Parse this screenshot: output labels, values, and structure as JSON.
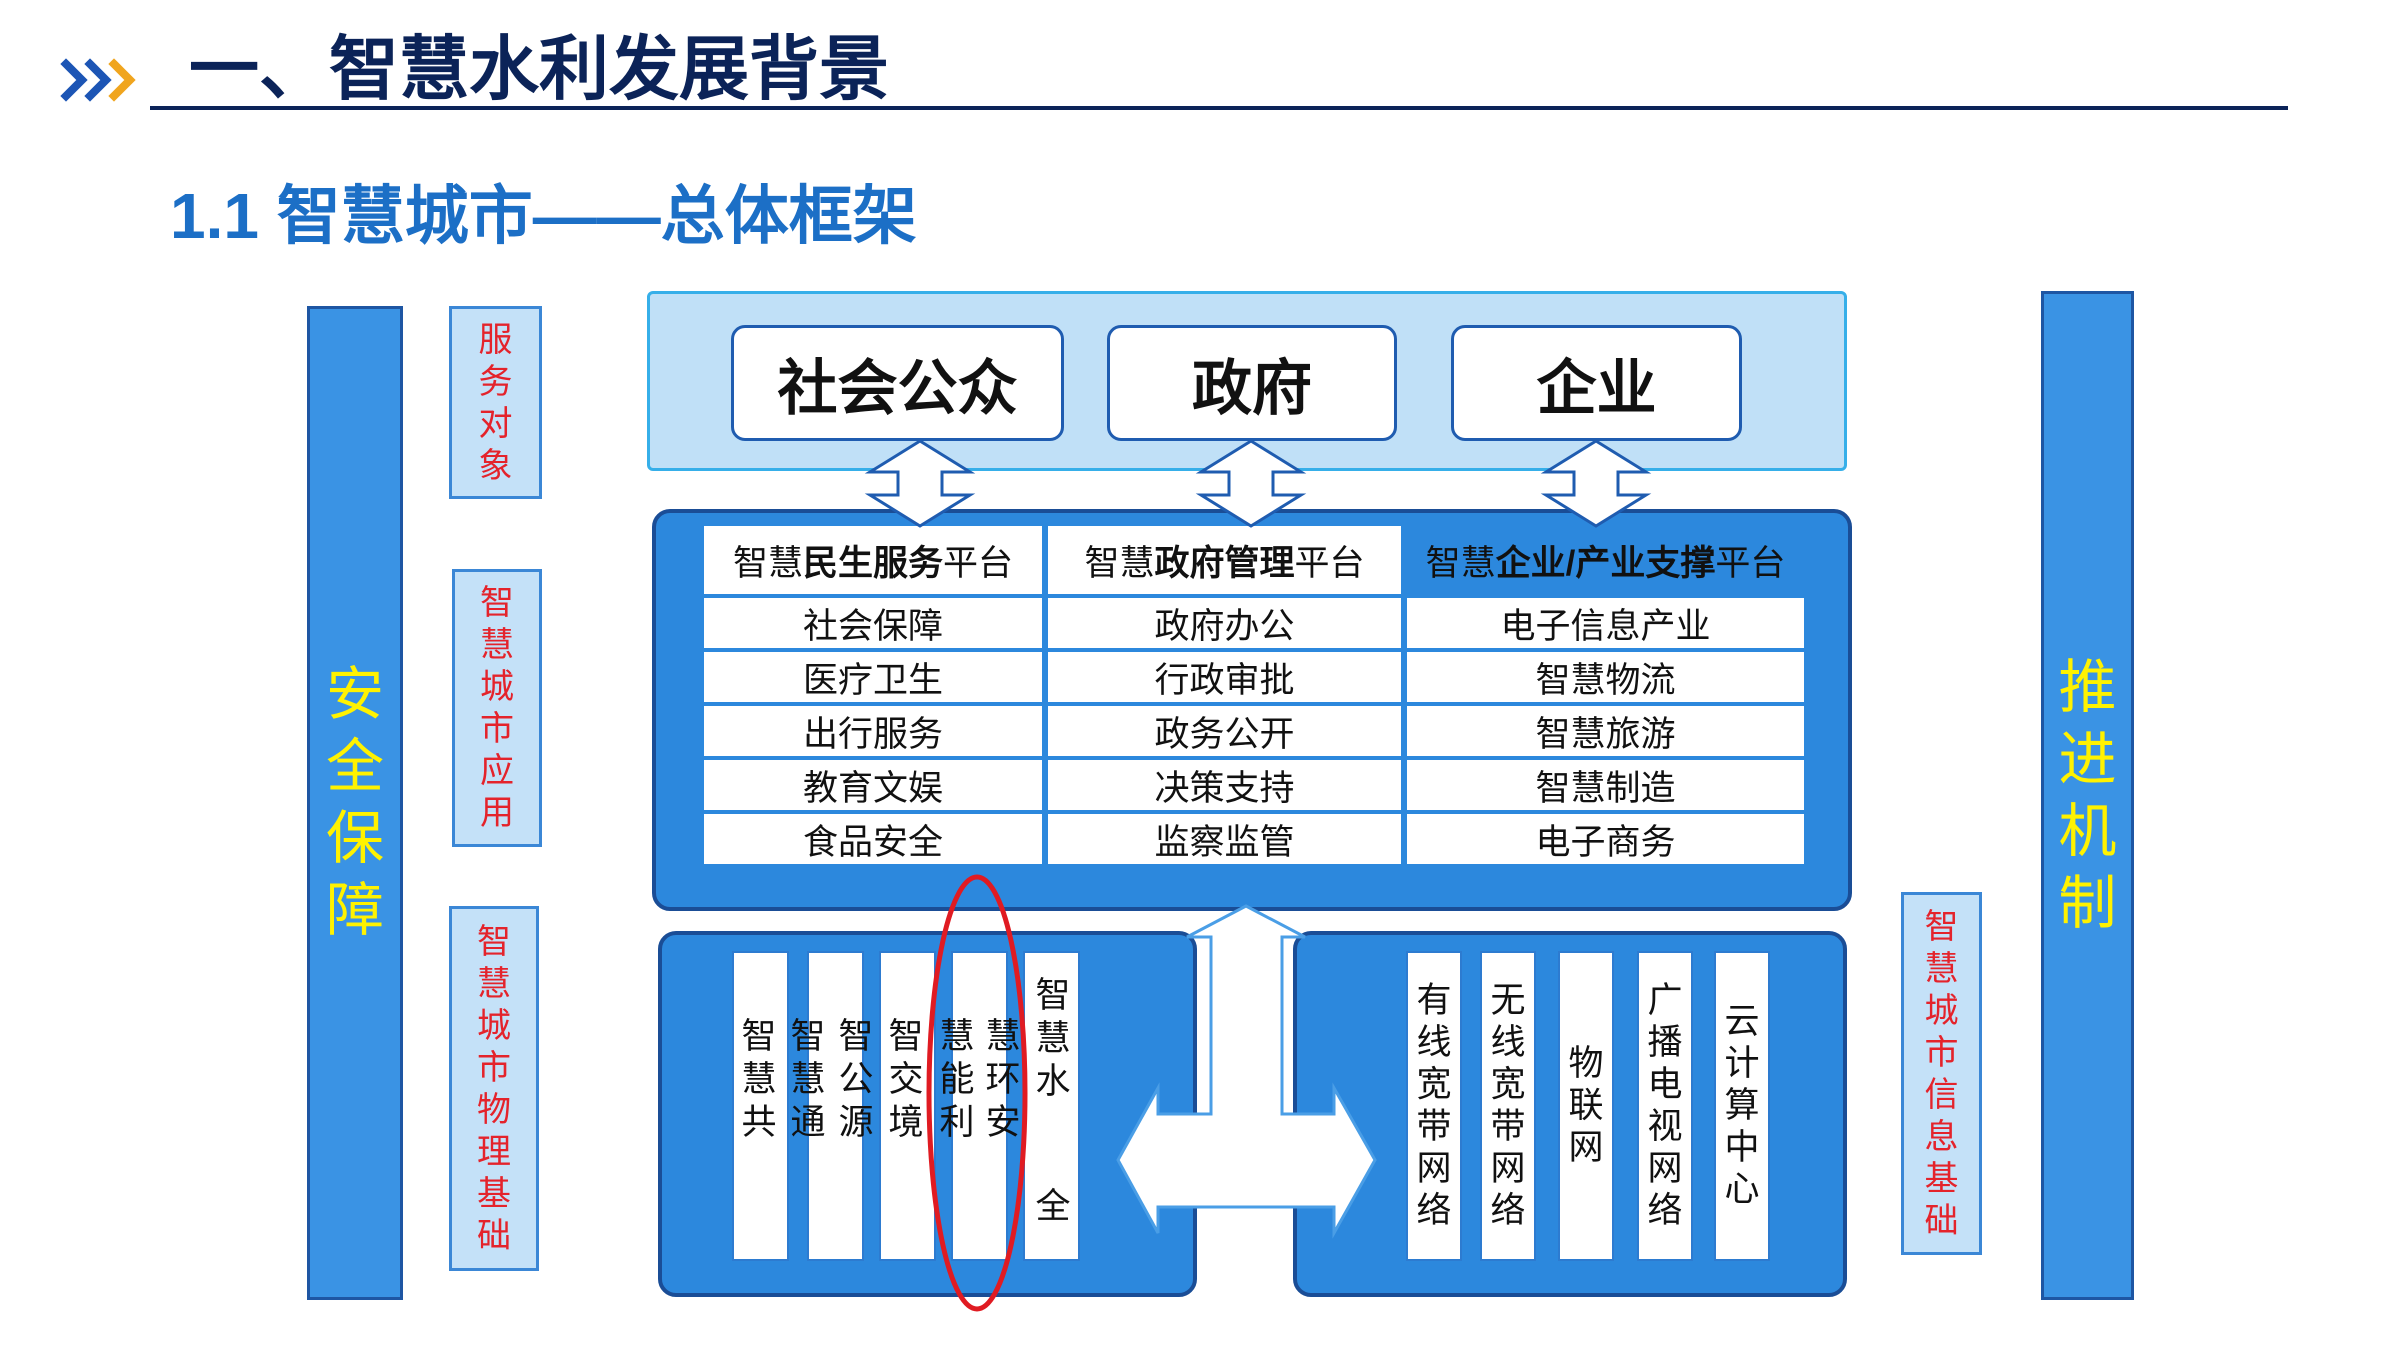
{
  "header": {
    "icon": "triple-chevron-icon",
    "title": "一、智慧水利发展背景",
    "subtitle": "1.1 智慧城市——总体框架"
  },
  "side_bars": {
    "left": "安全保障",
    "right": "推进机制"
  },
  "layer_labels": {
    "service_objects": "服务对象",
    "applications": "智慧城市应用",
    "physical_foundation": "智慧城市物理基础",
    "information_foundation": "智慧城市信息基础"
  },
  "service_objects": [
    "社会公众",
    "政府",
    "企业"
  ],
  "platforms": [
    {
      "prefix": "智慧",
      "emphasis": "民生服务",
      "suffix": "平台",
      "items": [
        "社会保障",
        "医疗卫生",
        "出行服务",
        "教育文娱",
        "食品安全"
      ]
    },
    {
      "prefix": "智慧",
      "emphasis": "政府管理",
      "suffix": "平台",
      "items": [
        "政府办公",
        "行政审批",
        "政务公开",
        "决策支持",
        "监察监管"
      ]
    },
    {
      "prefix": "智慧",
      "emphasis": "企业/产业支撑",
      "suffix": "平台",
      "items": [
        "电子信息产业",
        "智慧物流",
        "智慧旅游",
        "智慧制造",
        "电子商务"
      ]
    }
  ],
  "physical_foundation": {
    "char_columns": [
      "智慧共",
      "智慧通",
      "智公源",
      "智交境",
      "慧能利",
      "慧环安",
      "智慧水"
    ],
    "trailing_char": "全"
  },
  "information_foundation": [
    "有线宽带网络",
    "无线宽带网络",
    "物联网",
    "广播电视网络",
    "云计算中心"
  ],
  "colors": {
    "title": "#0b2358",
    "subtitle": "#1c6fc6",
    "label_text": "#e4232b",
    "side_text": "#fff200",
    "highlight_ellipse": "#e01b22",
    "panel_fill": "#2c88dd",
    "bar_fill": "#3a93e4"
  }
}
